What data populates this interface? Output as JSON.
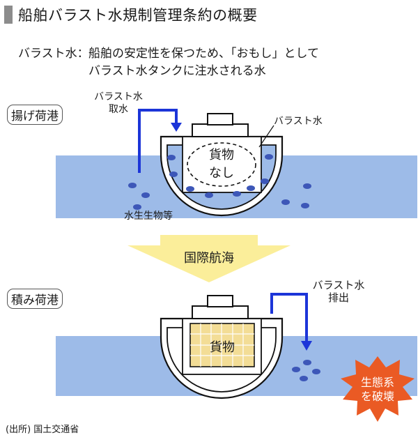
{
  "title": "船舶バラスト水規制管理条約の概要",
  "definition": {
    "term": "バラスト水：",
    "line1": "船舶の安定性を保つため、「おもし」として",
    "line2": "バラスト水タンクに注水される水"
  },
  "departure": {
    "port_label": "揚げ荷港",
    "intake_line1": "バラスト水",
    "intake_line2": "取水",
    "ballast_label": "バラスト水",
    "cargo_line1": "貨物",
    "cargo_line2": "なし",
    "organisms_label": "水生生物等"
  },
  "voyage_label": "国際航海",
  "arrival": {
    "port_label": "積み荷港",
    "discharge_line1": "バラスト水",
    "discharge_line2": "排出",
    "cargo_label": "貨物",
    "impact_line1": "生態系",
    "impact_line2": "を破壊"
  },
  "source": "(出所) 国土交通省",
  "colors": {
    "sea": "#9dbbe8",
    "arrow_blue": "#1c35d8",
    "dot_blue": "#3d57b8",
    "ballast_fill": "#9dbbe8",
    "cargo_fill": "#f3dd96",
    "voyage_arrow": "#fbee9a",
    "burst": "#ea5a24",
    "title_bar": "#8c8c8c"
  }
}
